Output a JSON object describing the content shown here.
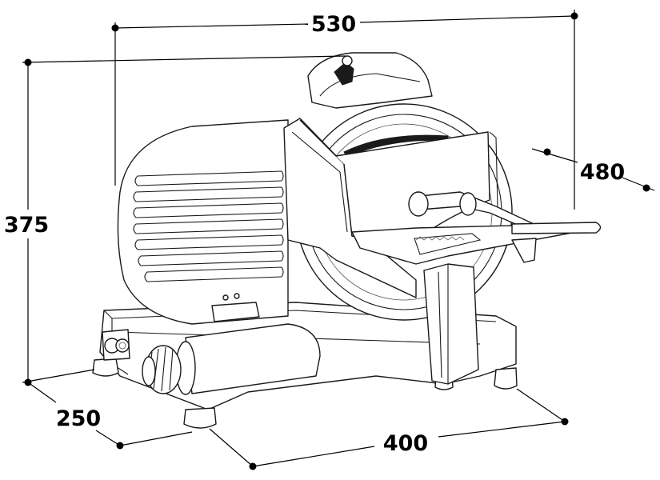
{
  "dimensions": {
    "width": "530",
    "height": "375",
    "depth_top": "480",
    "base_depth": "250",
    "base_width": "400"
  },
  "colors": {
    "line": "#1a1a1a",
    "background": "#ffffff"
  }
}
